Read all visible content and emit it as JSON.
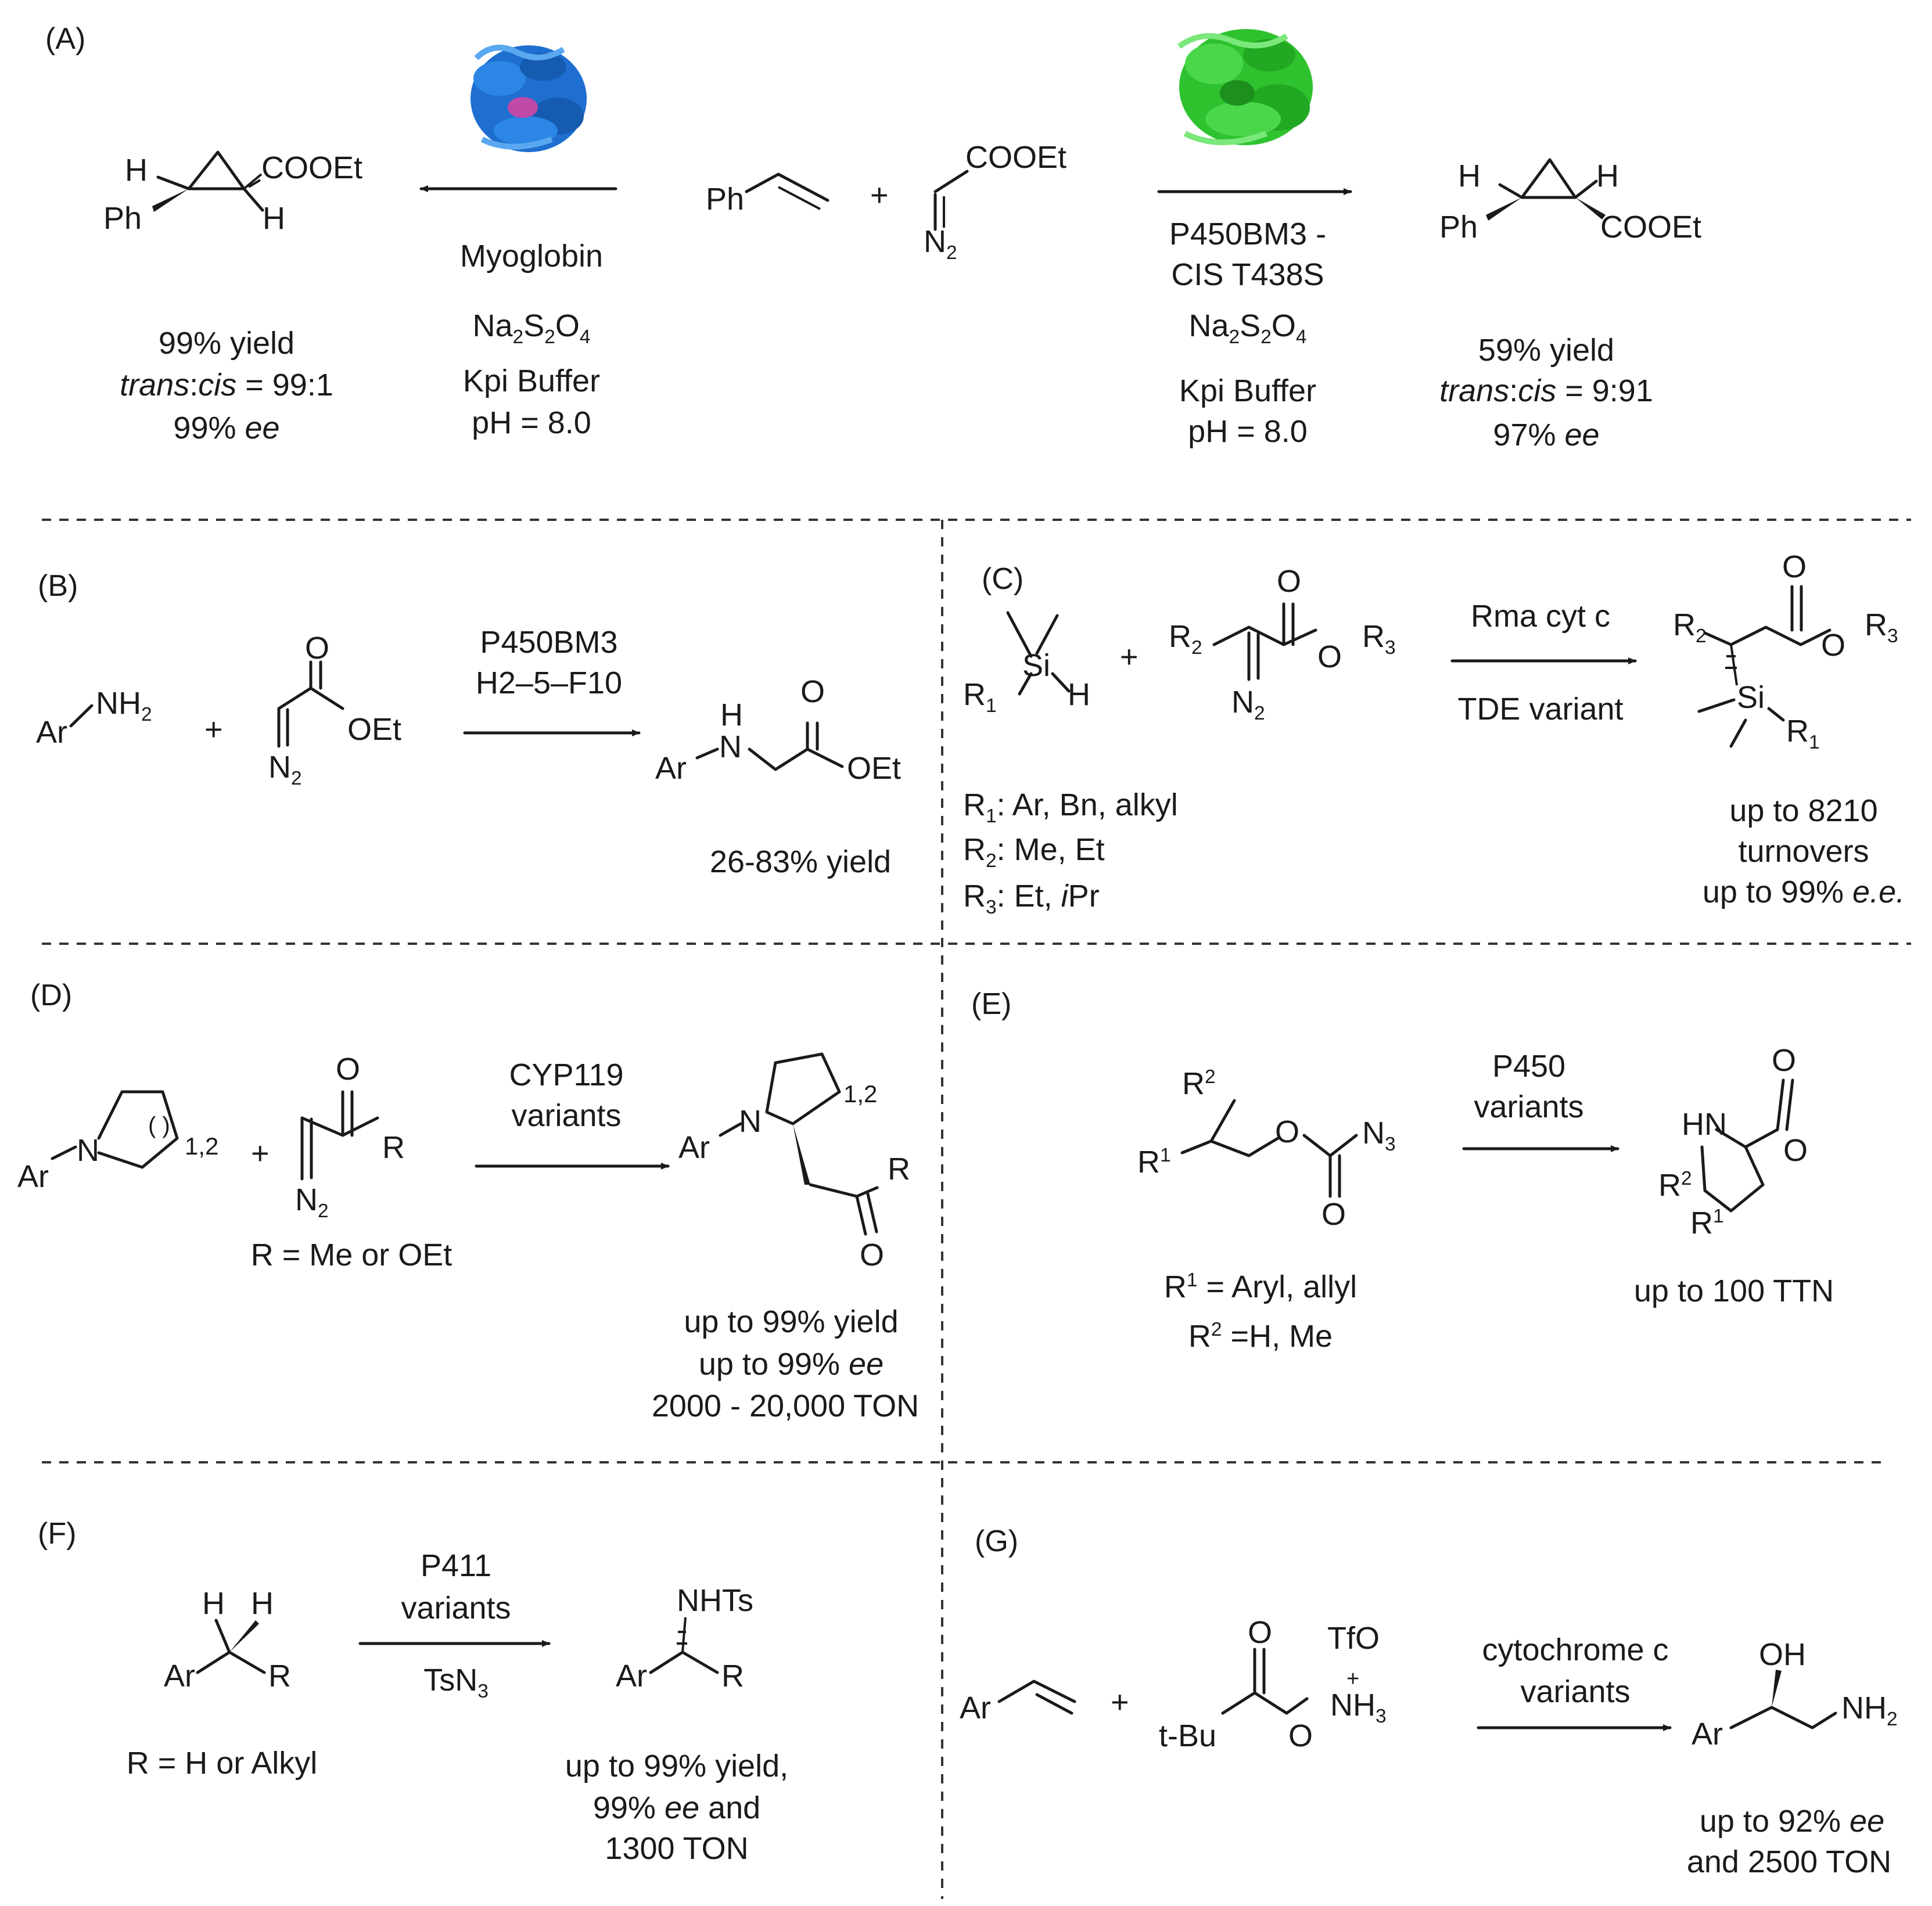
{
  "panels": {
    "A": {
      "label": "(A)",
      "substrate_ph": "Ph",
      "plus": "+",
      "diazo_ester": "COOEt",
      "diazo_n2": "N",
      "diazo_n2_sub": "2",
      "left_enzyme": "Myoglobin",
      "left_reagent": "Na",
      "left_reagent_sub1": "2",
      "left_reagent_s": "S",
      "left_reagent_sub2": "2",
      "left_reagent_o": "O",
      "left_reagent_sub3": "4",
      "left_buffer": "Kpi Buffer",
      "left_ph": "pH = 8.0",
      "left_product_h1": "H",
      "left_product_ph": "Ph",
      "left_product_ester": "COOEt",
      "left_product_h2": "H",
      "left_yield": "99% yield",
      "left_ratio_trans": "trans",
      "left_ratio_cis": "cis",
      "left_ratio_value": " = 99:1",
      "left_ee_value": "99% ",
      "left_ee": "ee",
      "right_enzyme_1": "P450BM3 -",
      "right_enzyme_2": "CIS T438S",
      "right_reagent": "Na",
      "right_reagent_sub1": "2",
      "right_reagent_s": "S",
      "right_reagent_sub2": "2",
      "right_reagent_o": "O",
      "right_reagent_sub3": "4",
      "right_buffer": "Kpi Buffer",
      "right_ph": "pH = 8.0",
      "right_product_h1": "H",
      "right_product_h2": "H",
      "right_product_ph": "Ph",
      "right_product_ester": "COOEt",
      "right_yield": "59% yield",
      "right_ratio_trans": "trans",
      "right_ratio_cis": "cis",
      "right_ratio_value": " = 9:91",
      "right_ee_value": "97% ",
      "right_ee": "ee",
      "protein_colors": {
        "myoglobin": "#1f6fd0",
        "myoglobin_heme": "#c04aa8",
        "p450": "#2fc22f"
      }
    },
    "B": {
      "label": "(B)",
      "amine_ar": "Ar",
      "amine_nh": "NH",
      "amine_sub": "2",
      "plus": "+",
      "o": "O",
      "oet": "OEt",
      "n2": "N",
      "n2_sub": "2",
      "enzyme_1": "P450BM3",
      "enzyme_2": "H2–5–F10",
      "product_h": "H",
      "product_n": "N",
      "product_ar": "Ar",
      "product_o": "O",
      "product_oet": "OEt",
      "yield": "26-83% yield"
    },
    "C": {
      "label": "(C)",
      "si": "Si",
      "h": "H",
      "r1": "R",
      "r1_sub": "1",
      "plus": "+",
      "r2": "R",
      "r2_sub": "2",
      "o_top": "O",
      "o_ester": "O",
      "r3": "R",
      "r3_sub": "3",
      "n2": "N",
      "n2_sub": "2",
      "enzyme": "Rma cyt c",
      "variant": "TDE variant",
      "defs": [
        {
          "r": "R",
          "sub": "1",
          "text": ": Ar, Bn, alkyl",
          "italic_part": ""
        },
        {
          "r": "R",
          "sub": "2",
          "text": ": Me, Et",
          "italic_part": ""
        },
        {
          "r": "R",
          "sub": "3",
          "text": ": Et, ",
          "italic_part": "i",
          "tail": "Pr"
        }
      ],
      "product_r2": "R",
      "product_r2_sub": "2",
      "product_o_top": "O",
      "product_o": "O",
      "product_r3": "R",
      "product_r3_sub": "3",
      "product_si": "Si",
      "product_r1": "R",
      "product_r1_sub": "1",
      "result_1": "up to 8210",
      "result_2": "turnovers",
      "result_3": "up to 99% ",
      "result_3_italic": "e.e."
    },
    "D": {
      "label": "(D)",
      "ar": "Ar",
      "n": "N",
      "ring_index": "1,2",
      "paren": "( )",
      "plus": "+",
      "o": "O",
      "r": "R",
      "n2": "N",
      "n2_sub": "2",
      "r_def": "R = Me or OEt",
      "enzyme_1": "CYP119",
      "enzyme_2": "variants",
      "product_ar": "Ar",
      "product_n": "N",
      "product_index": "1,2",
      "product_r": "R",
      "product_o": "O",
      "result_1": "up to 99% yield",
      "result_2": "up to 99% ",
      "result_2_italic": "ee",
      "result_3": "2000 - 20,000 TON"
    },
    "E": {
      "label": "(E)",
      "r2": "R",
      "r2_sup": "2",
      "r1": "R",
      "r1_sup": "1",
      "o_ether": "O",
      "n3": "N",
      "n3_sub": "3",
      "o_carbonyl": "O",
      "def_1_r": "R",
      "def_1_sup": "1",
      "def_1_text": " = Aryl, allyl",
      "def_2_r": "R",
      "def_2_sup": "2",
      "def_2_text": " =H, Me",
      "enzyme_1": "P450",
      "enzyme_2": "variants",
      "product_o_top": "O",
      "product_hn": "HN",
      "product_o_ring": "O",
      "product_r2": "R",
      "product_r2_sup": "2",
      "product_r1": "R",
      "product_r1_sup": "1",
      "result": "up to 100 TTN"
    },
    "F": {
      "label": "(F)",
      "h1": "H",
      "h2": "H",
      "ar": "Ar",
      "r": "R",
      "r_def": "R = H or Alkyl",
      "enzyme_1": "P411",
      "enzyme_2": "variants",
      "reagent": "TsN",
      "reagent_sub": "3",
      "product_nhts": "NHTs",
      "product_ar": "Ar",
      "product_r": "R",
      "result_1": "up to 99% yield,",
      "result_2_pre": "99% ",
      "result_2_italic": "ee",
      "result_2_post": " and",
      "result_3": "1300 TON"
    },
    "G": {
      "label": "(G)",
      "ar": "Ar",
      "plus": "+",
      "o": "O",
      "tbu": "t-Bu",
      "o_link": "O",
      "nh3": "NH",
      "nh3_sub": "3",
      "charge": "+",
      "counterion": "TfO",
      "enzyme_1": "cytochrome c",
      "enzyme_2": "variants",
      "product_oh": "OH",
      "product_ar": "Ar",
      "product_nh2": "NH",
      "product_nh2_sub": "2",
      "result_1_pre": "up to 92% ",
      "result_1_italic": "ee",
      "result_2": "and  2500 TON"
    }
  }
}
